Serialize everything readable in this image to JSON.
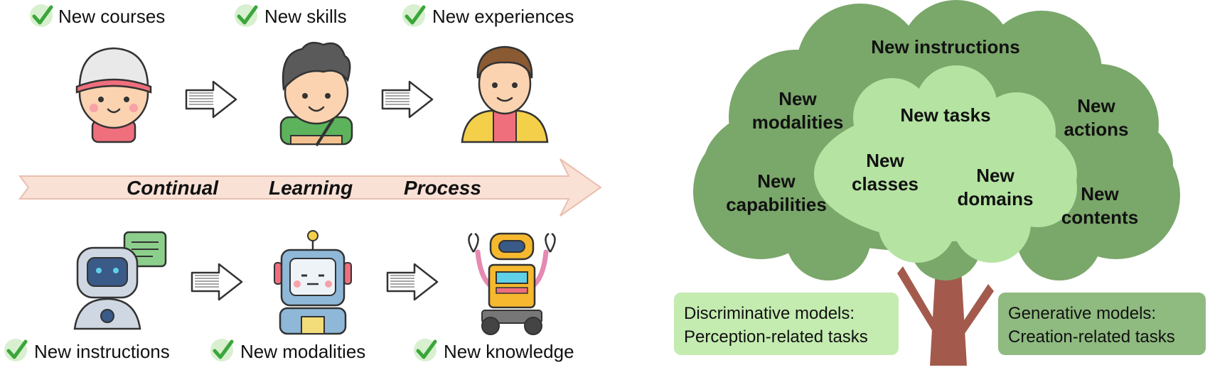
{
  "human_path": {
    "milestones": [
      "New courses",
      "New skills",
      "New experiences"
    ]
  },
  "process_arrow": {
    "words": [
      "Continual",
      "Learning",
      "Process"
    ]
  },
  "ai_path": {
    "milestones": [
      "New instructions",
      "New modalities",
      "New knowledge"
    ]
  },
  "tree": {
    "outer_labels": {
      "top": "New instructions",
      "left_upper": [
        "New",
        "modalities"
      ],
      "left_lower": [
        "New",
        "capabilities"
      ],
      "right_upper": [
        "New",
        "actions"
      ],
      "right_lower": [
        "New",
        "contents"
      ]
    },
    "inner_labels": {
      "top": "New tasks",
      "left": [
        "New",
        "classes"
      ],
      "right": [
        "New",
        "domains"
      ]
    },
    "legend_boxes": {
      "discriminative": [
        "Discriminative models:",
        "Perception-related tasks"
      ],
      "generative": [
        "Generative models:",
        "Creation-related tasks"
      ]
    }
  },
  "colors": {
    "check": "#3aa63a",
    "check_bg": "#d8f0d0",
    "process_band": "#f9e1d6",
    "canopy_outer": "#7aa76a",
    "canopy_inner": "#b5e3a2",
    "trunk": "#a35a4c",
    "discriminative_box": "#c4ebb0",
    "generative_box": "#8fba80"
  }
}
